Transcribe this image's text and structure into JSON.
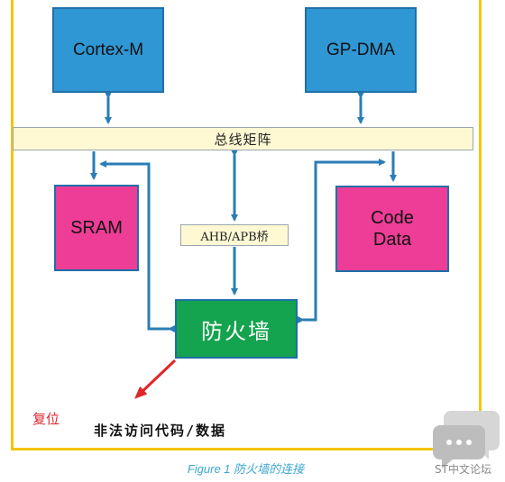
{
  "diagram": {
    "boxes": {
      "cortex": "Cortex-M",
      "gpdma": "GP-DMA",
      "sram": "SRAM",
      "code_line1": "Code",
      "code_line2": "Data",
      "firewall": "防火墙"
    },
    "bus_label": "总线矩阵",
    "bridge_label": "AHB/APB桥",
    "reset_label": "复位",
    "illegal_label": "非法访问代码/数据"
  },
  "caption": {
    "prefix": "Figure 1",
    "text": "防火墙的连接"
  },
  "watermark": {
    "text": "ST中文论坛"
  },
  "colors": {
    "frame": "#f5c400",
    "blue_box": "#2f97d4",
    "pink_box": "#ee3d96",
    "firewall": "#14a34e",
    "bus": "#fff9d3",
    "arrow": "#2a7db5",
    "reset_arrow": "#e0252b"
  }
}
